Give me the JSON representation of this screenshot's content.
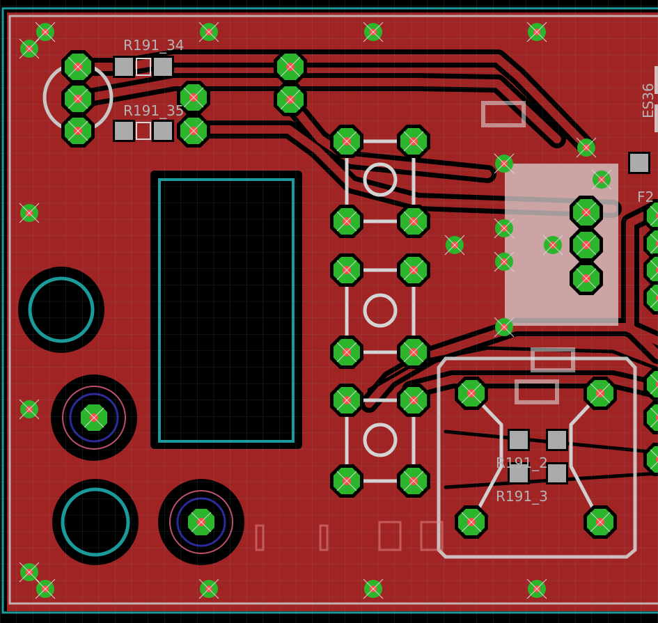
{
  "labels": {
    "r191_34": "R191_34",
    "r191_35": "R191_35",
    "r191_2": "R191_2",
    "r191_3": "R191_3",
    "es36": "ES36",
    "f2": "F2"
  },
  "colors": {
    "background": "#000000",
    "copper": "#a02424",
    "pad": "#2bb52b",
    "drill": "#ff3b3b",
    "silkscreen": "#c8c8c8",
    "outline": "#1a9a9a",
    "grid": "#6b8c8c"
  }
}
